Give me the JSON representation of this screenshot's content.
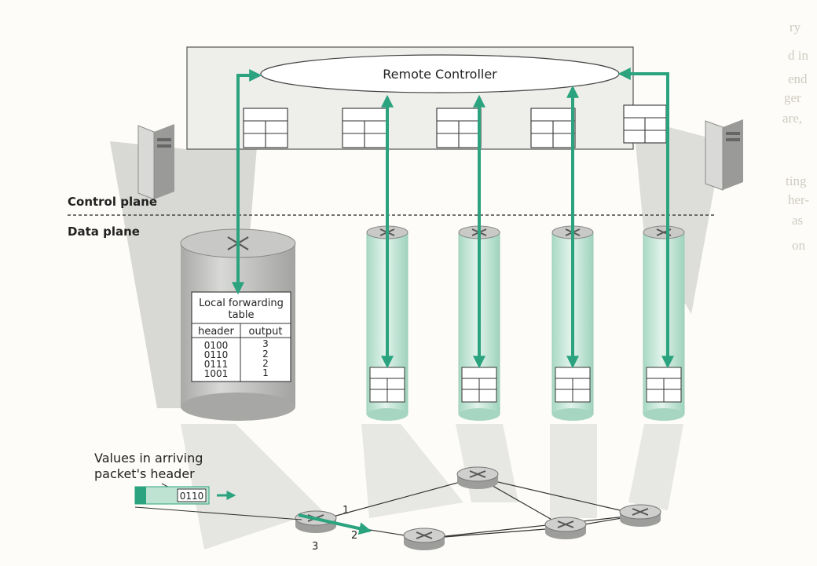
{
  "controller": {
    "label": "Remote Controller"
  },
  "planes": {
    "control": "Control plane",
    "data": "Data plane"
  },
  "forwarding_table": {
    "title_line1": "Local forwarding",
    "title_line2": "table",
    "headers": [
      "header",
      "output"
    ],
    "rows": [
      {
        "header": "0100",
        "output": "3"
      },
      {
        "header": "0110",
        "output": "2"
      },
      {
        "header": "0111",
        "output": "2"
      },
      {
        "header": "1001",
        "output": "1"
      }
    ]
  },
  "packet": {
    "caption_line1": "Values in arriving",
    "caption_line2": "packet's header",
    "value": "0110"
  },
  "ports": [
    "1",
    "2",
    "3"
  ],
  "colors": {
    "accent": "#2aa37e",
    "accent_light": "#bfe3d3",
    "router_fill": "#c9cac8",
    "controller_box": "#eeeeeb"
  }
}
